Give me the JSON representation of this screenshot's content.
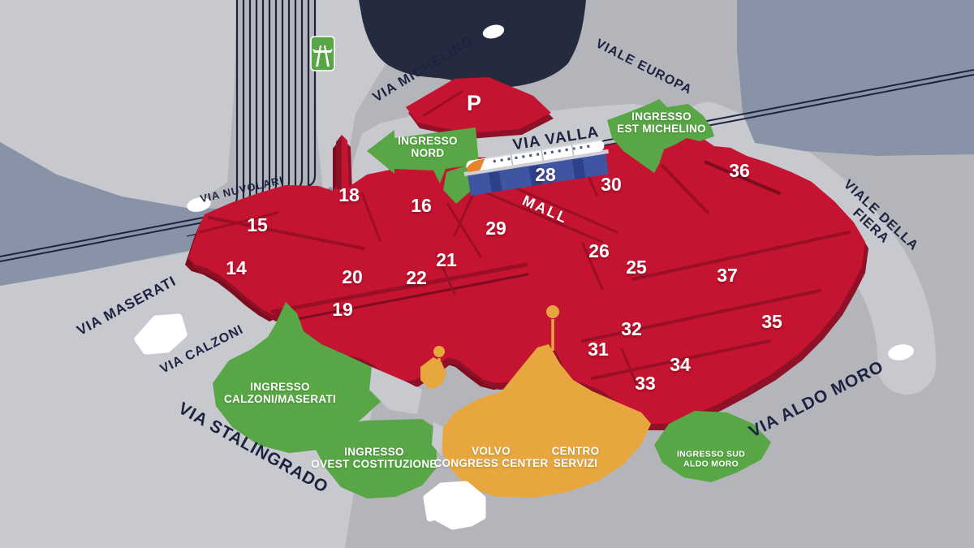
{
  "streets": [
    {
      "id": "via-michelino",
      "label": "VIA MICHELINO"
    },
    {
      "id": "viale-europa",
      "label": "VIALE EUROPA"
    },
    {
      "id": "via-valla",
      "label": "VIA VALLA"
    },
    {
      "id": "via-nuvolari",
      "label": "VIA NUVOLARI"
    },
    {
      "id": "viale-della-fiera",
      "label": "VIALE DELLA FIERA"
    },
    {
      "id": "via-maserati",
      "label": "VIA MASERATI"
    },
    {
      "id": "via-calzoni",
      "label": "VIA CALZONI"
    },
    {
      "id": "via-stalingrado",
      "label": "VIA STALINGRADO"
    },
    {
      "id": "via-aldo-moro",
      "label": "VIA ALDO MORO"
    }
  ],
  "pavilions": [
    {
      "label": "P"
    },
    {
      "label": "18"
    },
    {
      "label": "16"
    },
    {
      "label": "28"
    },
    {
      "label": "30"
    },
    {
      "label": "36"
    },
    {
      "label": "29"
    },
    {
      "label": "15"
    },
    {
      "label": "14"
    },
    {
      "label": "26"
    },
    {
      "label": "25"
    },
    {
      "label": "21"
    },
    {
      "label": "20"
    },
    {
      "label": "22"
    },
    {
      "label": "37"
    },
    {
      "label": "19"
    },
    {
      "label": "35"
    },
    {
      "label": "32"
    },
    {
      "label": "31"
    },
    {
      "label": "34"
    },
    {
      "label": "33"
    },
    {
      "label": "MALL"
    }
  ],
  "entrances": [
    {
      "label": "INGRESSO\nNORD"
    },
    {
      "label": "INGRESSO\nEST MICHELINO"
    },
    {
      "label": "INGRESSO\nCALZONI/MASERATI"
    },
    {
      "label": "INGRESSO\nOVEST COSTITUZIONE"
    },
    {
      "label": "INGRESSO SUD\nALDO MORO"
    }
  ],
  "facilities": [
    {
      "label": "VOLVO\nCONGRESS CENTER"
    },
    {
      "label": "CENTRO\nSERVIZI"
    }
  ],
  "icons": [
    {
      "name": "motorway-icon"
    },
    {
      "name": "train-icon"
    }
  ],
  "colors": {
    "background_gray": "#b4b5bb",
    "road_light_gray": "#c8c9ce",
    "slate_blue": "#8893a7",
    "pavilion_red": "#c41431",
    "pavilion_red_side": "#8f1127",
    "pavilion_red_shadow": "#7c0c1e",
    "entrance_green": "#58a645",
    "service_orange": "#e8a73e",
    "rail_navy": "#1c2340",
    "viaduct_blue": "#3f55a1",
    "white": "#ffffff"
  }
}
